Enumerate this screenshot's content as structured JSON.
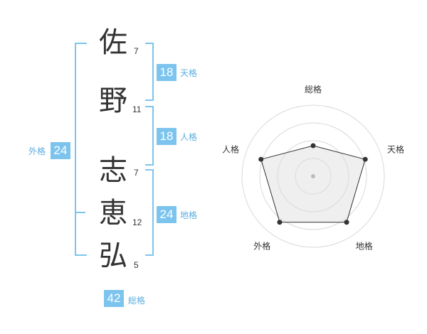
{
  "name_chars": [
    {
      "char": "佐",
      "strokes": "7"
    },
    {
      "char": "野",
      "strokes": "11"
    },
    {
      "char": "志",
      "strokes": "7"
    },
    {
      "char": "恵",
      "strokes": "12"
    },
    {
      "char": "弘",
      "strokes": "5"
    }
  ],
  "scores": {
    "tenkaku": {
      "value": "18",
      "label": "天格"
    },
    "jinkaku": {
      "value": "18",
      "label": "人格"
    },
    "chikaku": {
      "value": "24",
      "label": "地格"
    },
    "gaikaku": {
      "value": "24",
      "label": "外格"
    },
    "soukaku": {
      "value": "42",
      "label": "総格"
    }
  },
  "colors": {
    "accent": "#7cc4ee",
    "label": "#5aaee0"
  },
  "chart_data": {
    "type": "radar",
    "axes": [
      "総格",
      "天格",
      "地格",
      "外格",
      "人格"
    ],
    "values": [
      0.43,
      0.77,
      0.8,
      0.8,
      0.77
    ],
    "rings": 4,
    "grid": true
  }
}
